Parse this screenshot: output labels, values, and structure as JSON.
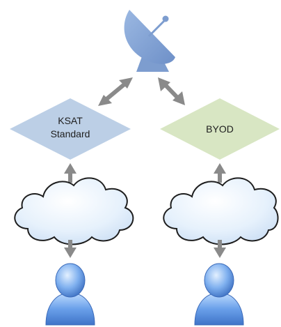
{
  "nodes": {
    "ksat": {
      "line1": "KSAT",
      "line2": "Standard",
      "color": "#bccfe6"
    },
    "byod": {
      "label": "BYOD",
      "color": "#d8e6c3"
    }
  },
  "icons": {
    "top": "satellite-dish-icon",
    "clouds": "cloud-icon",
    "users": "user-icon"
  },
  "colors": {
    "arrow": "#8a8a8a",
    "dish": "#7a9ccf",
    "cloud_outline": "#1e1e1e",
    "cloud_fill": "#e2eefb",
    "user": "#5b8fd8"
  }
}
